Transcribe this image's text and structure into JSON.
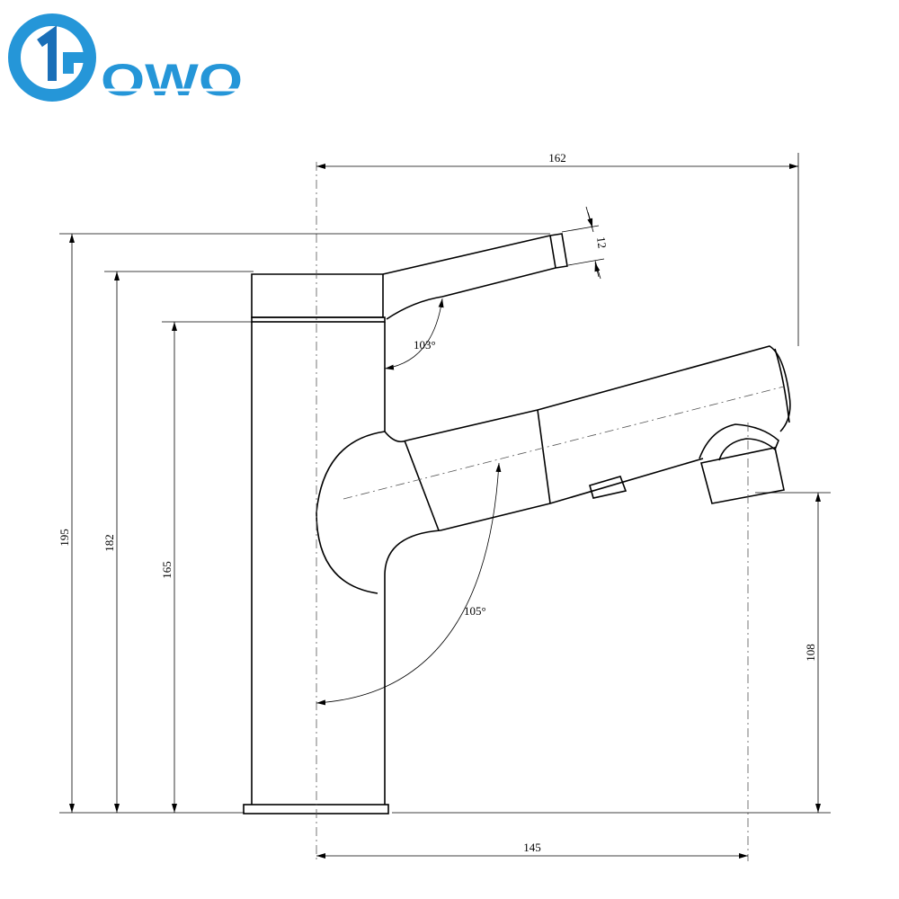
{
  "logo": {
    "mark_text": "1",
    "word": "GOWO",
    "word_rendered": "OWO",
    "color_primary": "#2596d8",
    "color_dark": "#1a6fb8"
  },
  "dimensions": {
    "total_width": "162",
    "lever_thickness": "12",
    "total_height": "195",
    "body_height": "182",
    "spout_base_height": "165",
    "outlet_height": "108",
    "reach": "145"
  },
  "angles": {
    "lever_angle": "103°",
    "spout_rotation": "105°"
  },
  "colors": {
    "line": "#000000",
    "centerline": "#555555",
    "background": "#ffffff"
  }
}
